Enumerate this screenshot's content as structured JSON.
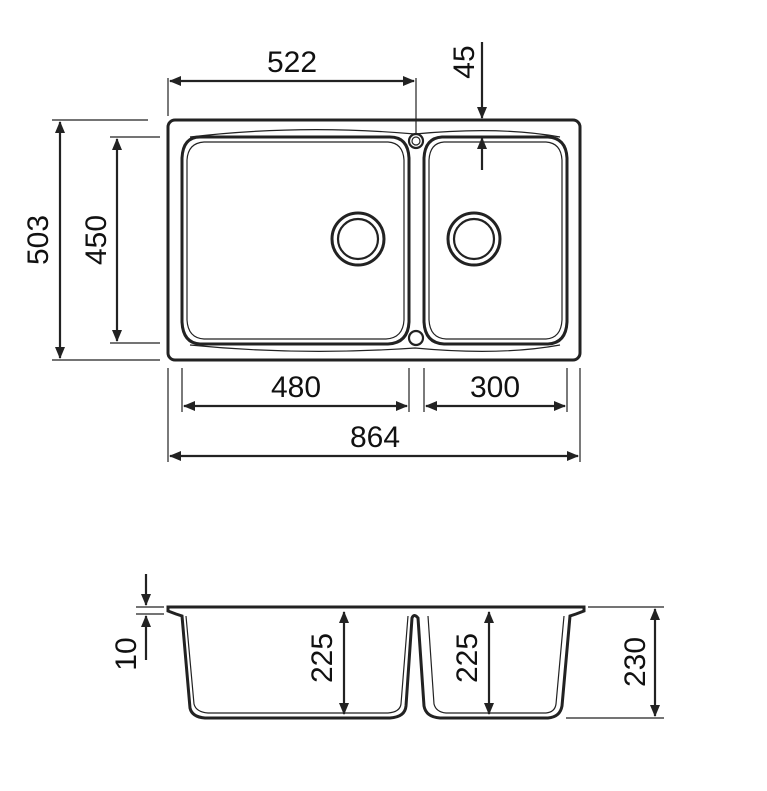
{
  "dimensions": {
    "top_offset": "522",
    "drain_offset": "45",
    "depth_total": "503",
    "bowl_depth": "450",
    "bowl_left_width": "480",
    "bowl_right_width": "300",
    "total_width": "864",
    "rim_thickness": "10",
    "bowl_left_height": "225",
    "bowl_right_height": "225",
    "total_height": "230"
  },
  "colors": {
    "line": "#222222",
    "background": "#ffffff"
  }
}
